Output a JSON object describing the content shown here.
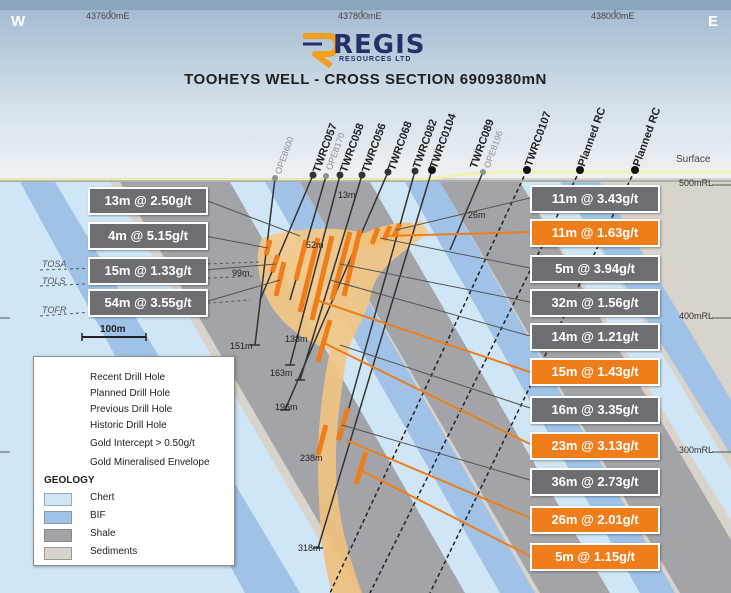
{
  "header": {
    "coord_left": "437600mE",
    "coord_mid": "437800mE",
    "coord_right": "438000mE",
    "west": "W",
    "east": "E",
    "logo_name": "REGIS",
    "logo_sub": "RESOURCES LTD",
    "title": "TOOHEYS WELL - CROSS SECTION 6909380mN"
  },
  "surface_label": "Surface",
  "rl_labels": [
    "500mRL",
    "400mRL",
    "300mRL"
  ],
  "scale_label": "100m",
  "formations": [
    "TOSA",
    "TOLS",
    "TOFR"
  ],
  "holes": [
    {
      "name": "OPE8600",
      "faded": true
    },
    {
      "name": "TWRC057",
      "faded": false
    },
    {
      "name": "OPE8170",
      "faded": true
    },
    {
      "name": "TWRC058",
      "faded": false
    },
    {
      "name": "TWRC056",
      "faded": false
    },
    {
      "name": "TWRC068",
      "faded": false
    },
    {
      "name": "TWRC082",
      "faded": false
    },
    {
      "name": "TWRC0104",
      "faded": false
    },
    {
      "name": "TWRC089",
      "faded": false
    },
    {
      "name": "OPE8196",
      "faded": true
    },
    {
      "name": "TWRC0107",
      "faded": false
    },
    {
      "name": "Planned RC",
      "faded": false
    },
    {
      "name": "Planned RC",
      "faded": false
    }
  ],
  "depths": [
    "13m",
    "26m",
    "52m",
    "99m",
    "151m",
    "138m",
    "163m",
    "196m",
    "238m",
    "318m"
  ],
  "intercepts_left": [
    {
      "text": "13m @ 2.50g/t",
      "style": "gray"
    },
    {
      "text": "4m @ 5.15g/t",
      "style": "gray"
    },
    {
      "text": "15m @ 1.33g/t",
      "style": "gray"
    },
    {
      "text": "54m @ 3.55g/t",
      "style": "gray"
    }
  ],
  "intercepts_right": [
    {
      "text": "11m @ 3.43g/t",
      "style": "gray"
    },
    {
      "text": "11m @ 1.63g/t",
      "style": "orange"
    },
    {
      "text": "5m @ 3.94g/t",
      "style": "gray"
    },
    {
      "text": "32m @ 1.56g/t",
      "style": "gray"
    },
    {
      "text": "14m @ 1.21g/t",
      "style": "gray"
    },
    {
      "text": "15m @ 1.43g/t",
      "style": "orange"
    },
    {
      "text": "16m @ 3.35g/t",
      "style": "gray"
    },
    {
      "text": "23m @ 3.13g/t",
      "style": "orange"
    },
    {
      "text": "36m @ 2.73g/t",
      "style": "gray"
    },
    {
      "text": "26m @ 2.01g/t",
      "style": "orange"
    },
    {
      "text": "5m @ 1.15g/t",
      "style": "orange"
    }
  ],
  "legend": {
    "items": [
      "Recent Drill Hole",
      "Planned Drill Hole",
      "Previous Drill Hole",
      "Historic Drill Hole",
      "Gold Intercept > 0.50g/t",
      "Gold Mineralised Envelope"
    ],
    "geology_title": "GEOLOGY",
    "geology": [
      {
        "name": "Chert",
        "color": "#cfe6f6"
      },
      {
        "name": "BIF",
        "color": "#9fc2e6"
      },
      {
        "name": "Shale",
        "color": "#a2a4a8"
      },
      {
        "name": "Sediments",
        "color": "#d8d3cb"
      }
    ]
  },
  "colors": {
    "orange": "#ef7d1a",
    "gray_box": "#6d6e72",
    "sky_top": "#a9c0d6",
    "mineral_envelope": "#f2c27c"
  }
}
